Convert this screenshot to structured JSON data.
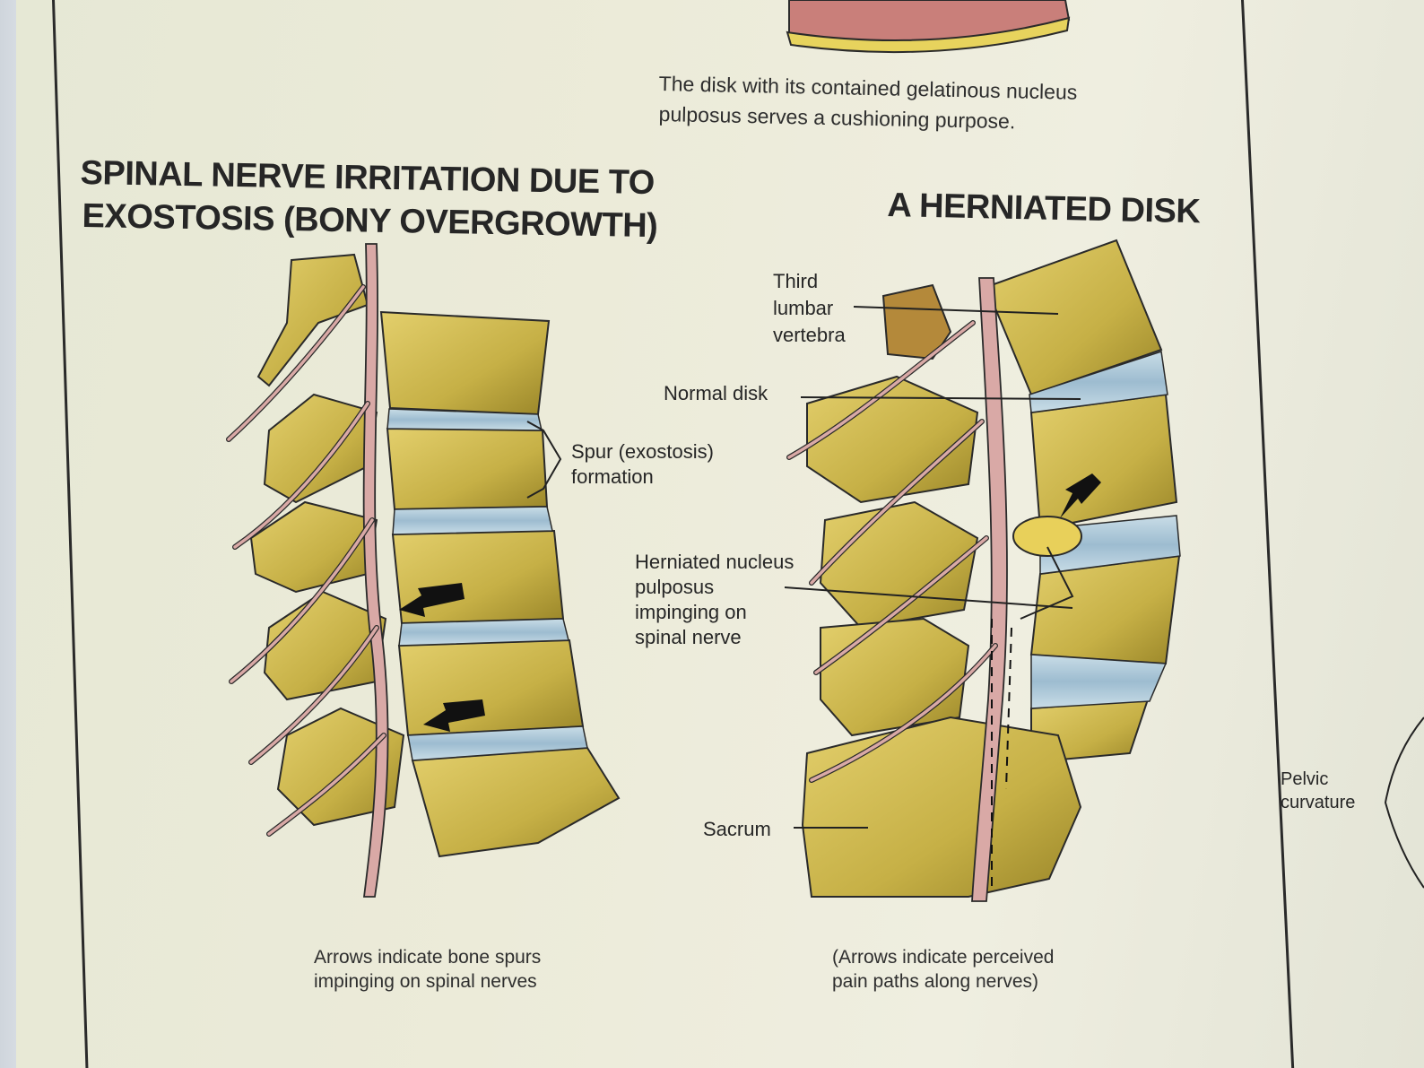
{
  "top_caption": {
    "line1": "The disk with its contained gelatinous nucleus",
    "line2": "pulposus serves a cushioning purpose."
  },
  "left_panel": {
    "title_line1": "SPINAL NERVE IRRITATION DUE TO",
    "title_line2": "EXOSTOSIS (BONY OVERGROWTH)",
    "spur_label_line1": "Spur (exostosis)",
    "spur_label_line2": "formation",
    "caption_line1": "Arrows indicate bone spurs",
    "caption_line2": "impinging on spinal nerves"
  },
  "right_panel": {
    "title": "A HERNIATED DISK",
    "third_lumbar_line1": "Third",
    "third_lumbar_line2": "lumbar",
    "third_lumbar_line3": "vertebra",
    "normal_disk": "Normal disk",
    "herniated_line1": "Herniated nucleus",
    "herniated_line2": "pulposus",
    "herniated_line3": "impinging on",
    "herniated_line4": "spinal nerve",
    "sacrum": "Sacrum",
    "caption_line1": "(Arrows indicate perceived",
    "caption_line2": "pain paths along nerves)"
  },
  "side_label": {
    "line1": "Pelvic",
    "line2": "curvature"
  },
  "colors": {
    "bone": "#c9b54a",
    "bone_shadow": "#8c7a22",
    "disk": "#a9c6d6",
    "nerve": "#d9a9a6",
    "poster": "#ecebd9"
  }
}
